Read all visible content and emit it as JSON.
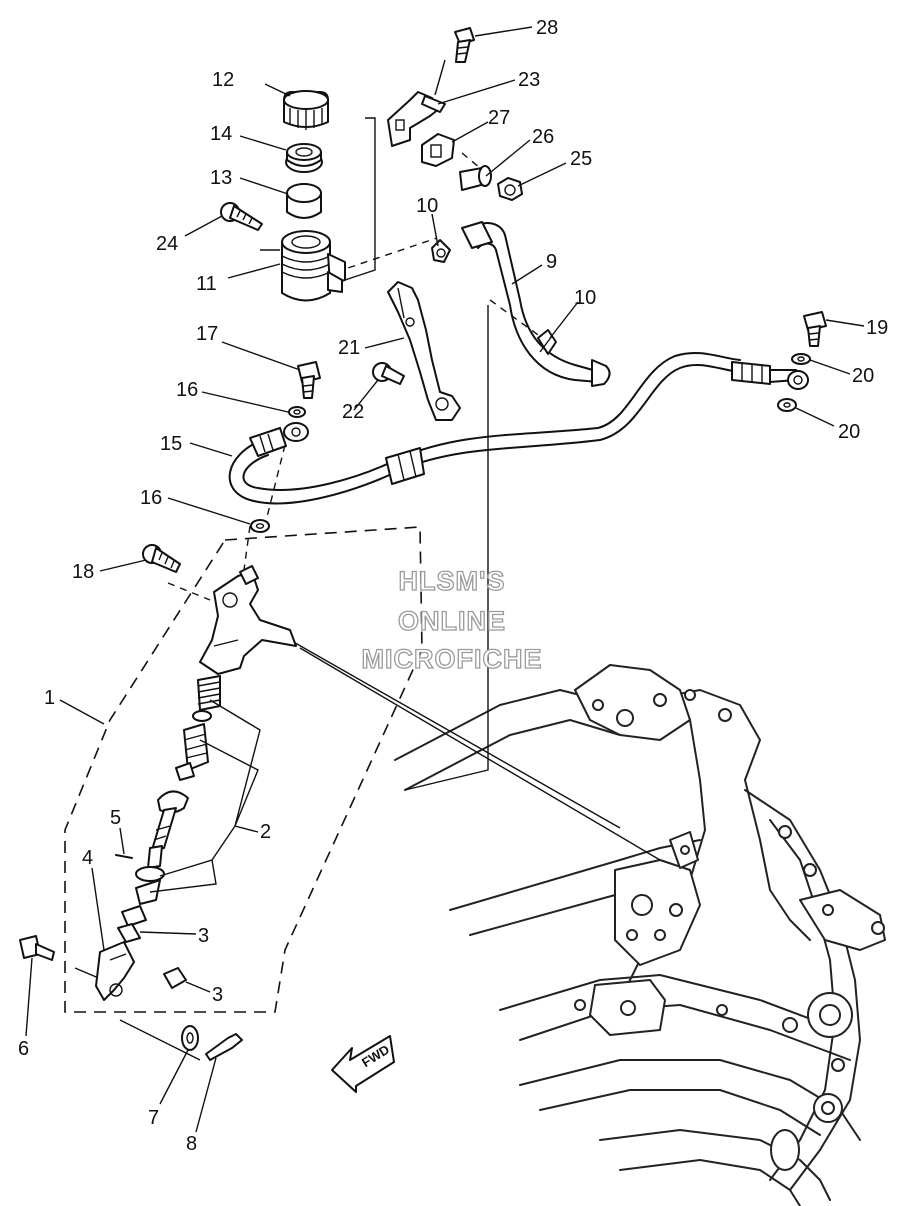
{
  "watermark": {
    "line1": "HLSM'S",
    "line2": "ONLINE",
    "line3": "MICROFICHE"
  },
  "direction_arrow": {
    "label": "FWD"
  },
  "callouts": {
    "c1": "1",
    "c2": "2",
    "c3a": "3",
    "c3b": "3",
    "c4": "4",
    "c5": "5",
    "c6": "6",
    "c7": "7",
    "c8": "8",
    "c9": "9",
    "c10a": "10",
    "c10b": "10",
    "c11": "11",
    "c12": "12",
    "c13": "13",
    "c14": "14",
    "c15": "15",
    "c16a": "16",
    "c16b": "16",
    "c17": "17",
    "c18": "18",
    "c19": "19",
    "c20a": "20",
    "c20b": "20",
    "c21": "21",
    "c22": "22",
    "c23": "23",
    "c24": "24",
    "c25": "25",
    "c26": "26",
    "c27": "27",
    "c28": "28"
  }
}
